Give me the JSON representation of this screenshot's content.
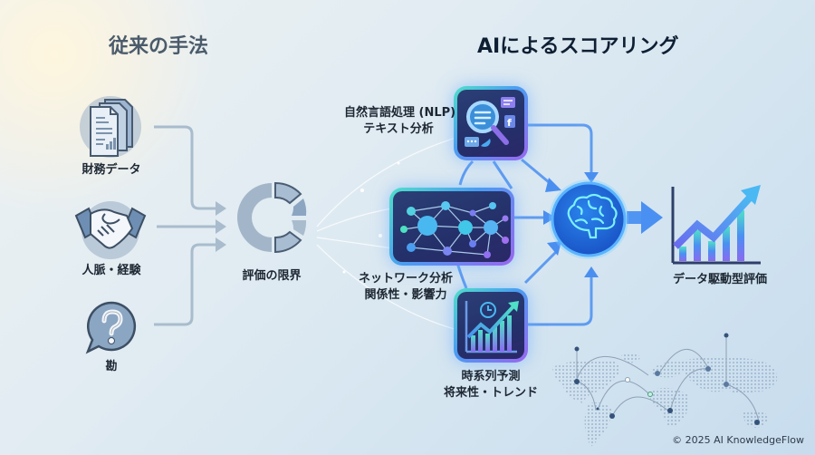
{
  "left_section": {
    "title": "従来の手法",
    "inputs": [
      {
        "label": "財務データ",
        "icon": "documents-icon"
      },
      {
        "label": "人脈・経験",
        "icon": "handshake-icon"
      },
      {
        "label": "勘",
        "icon": "question-bubble-icon"
      }
    ],
    "result": {
      "label": "評価の限界",
      "icon": "broken-donut-icon"
    }
  },
  "right_section": {
    "title": "AIによるスコアリング",
    "inputs": [
      {
        "label_line1": "自然言語処理 (NLP)",
        "label_line2": "テキスト分析",
        "icon": "nlp-search-icon"
      },
      {
        "label_line1": "ネットワーク分析",
        "label_line2": "関係性・影響力",
        "icon": "network-graph-icon"
      },
      {
        "label_line1": "時系列予測",
        "label_line2": "将来性・トレンド",
        "icon": "time-series-chart-icon"
      }
    ],
    "core": {
      "icon": "ai-brain-icon"
    },
    "result": {
      "label": "データ駆動型評価",
      "icon": "growth-chart-icon"
    }
  },
  "decoration": {
    "map": "world-map-network"
  },
  "footer": {
    "copyright": "© 2025 AI KnowledgeFlow"
  },
  "colors": {
    "left_icon": "#6e8fb3",
    "left_arrow": "#a9bccd",
    "ai_arrow": "#4a8ff0",
    "card_dark": "#26306a",
    "brain_circle": "#1f6fe0",
    "accent_teal": "#4fe0c8",
    "accent_purple": "#9a66f0"
  }
}
